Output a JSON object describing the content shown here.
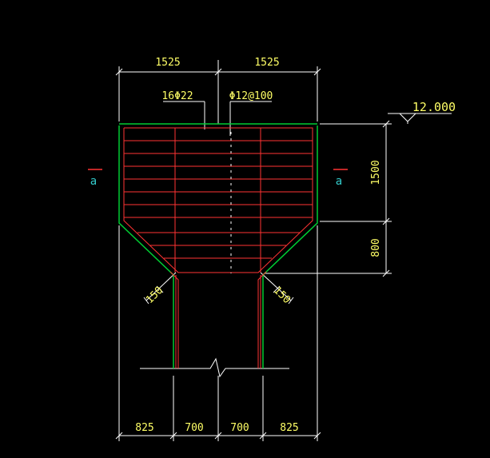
{
  "dimensions": {
    "top_left": "1525",
    "top_right": "1525",
    "right_upper": "1500",
    "right_lower": "800",
    "bottom": [
      "825",
      "700",
      "700",
      "825"
    ],
    "wall_left": "150",
    "wall_right": "150"
  },
  "labels": {
    "main_rebar": "16Φ22",
    "stirrup": "Φ12@100",
    "elevation": "12.000",
    "section_left": "a",
    "section_right": "a"
  },
  "colors": {
    "background": "#000000",
    "dimension": "#ffffff",
    "text": "#ffff66",
    "rebar": "#ff3333",
    "outline": "#00cc33",
    "section": "#33cccc"
  }
}
